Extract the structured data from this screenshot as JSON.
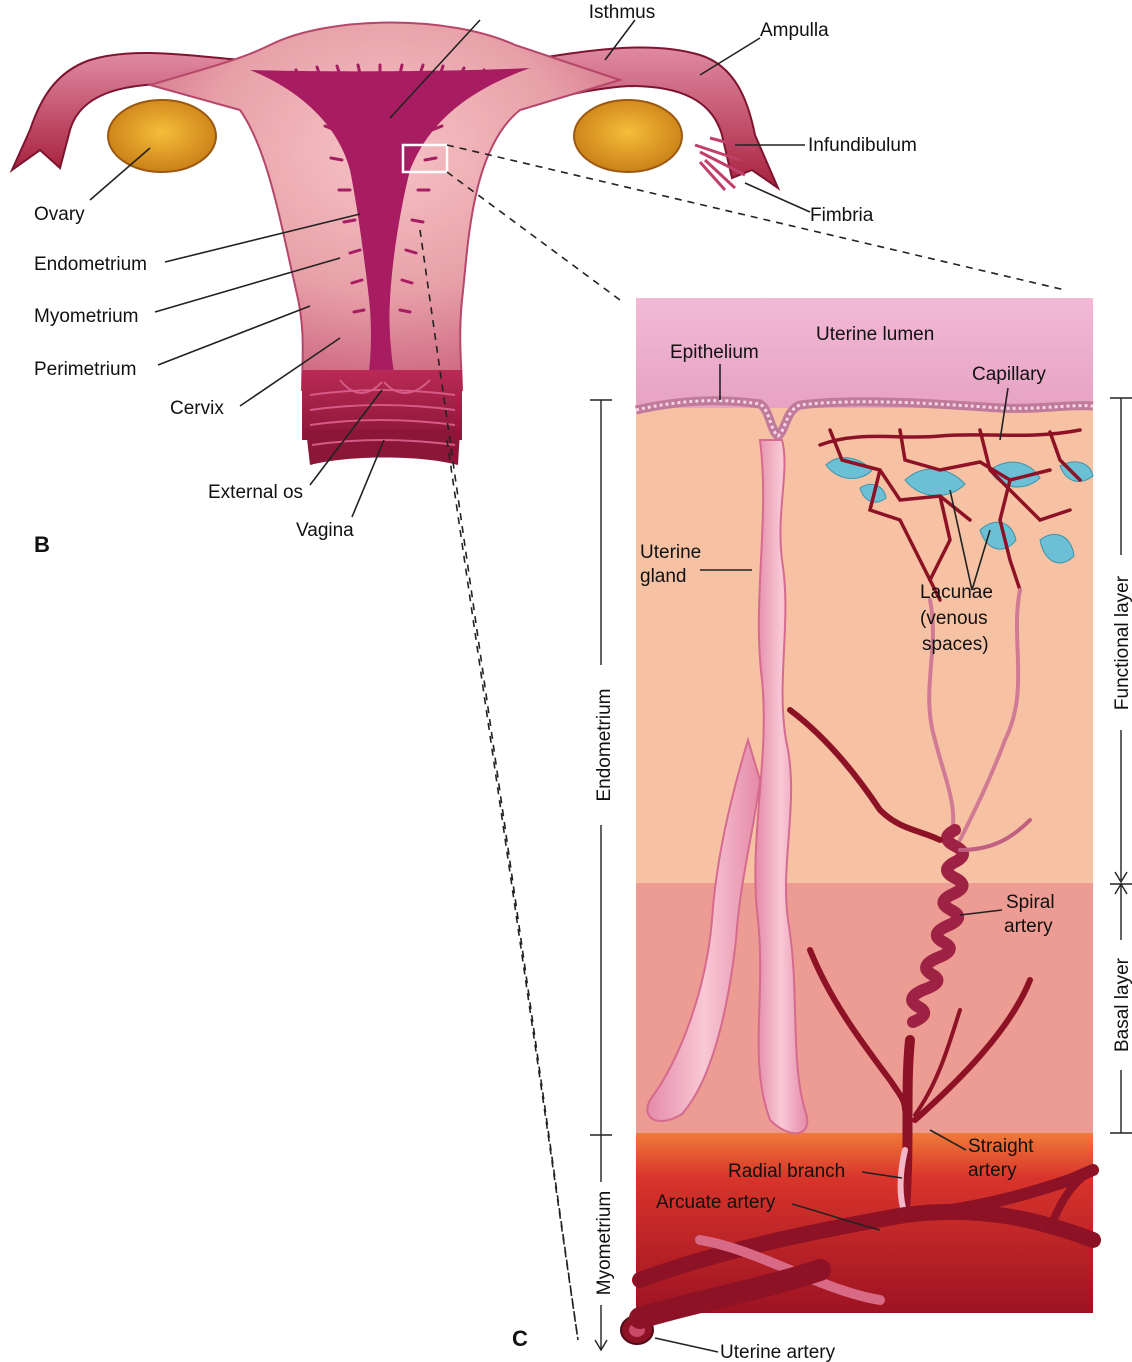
{
  "panel_b": {
    "letter": "B",
    "labels": {
      "isthmus": "Isthmus",
      "ampulla": "Ampulla",
      "infundibulum": "Infundibulum",
      "fimbria": "Fimbria",
      "ovary": "Ovary",
      "endometrium": "Endometrium",
      "myometrium": "Myometrium",
      "perimetrium": "Perimetrium",
      "cervix": "Cervix",
      "external_os": "External os",
      "vagina": "Vagina"
    }
  },
  "panel_c": {
    "letter": "C",
    "labels": {
      "uterine_lumen": "Uterine lumen",
      "epithelium": "Epithelium",
      "capillary": "Capillary",
      "uterine_gland_1": "Uterine",
      "uterine_gland_2": "gland",
      "lacunae_1": "Lacunae",
      "lacunae_2": "(venous",
      "lacunae_3": "spaces)",
      "spiral_artery_1": "Spiral",
      "spiral_artery_2": "artery",
      "straight_artery_1": "Straight",
      "straight_artery_2": "artery",
      "radial_branch": "Radial branch",
      "arcuate_artery": "Arcuate artery",
      "uterine_artery": "Uterine artery"
    },
    "layers": {
      "endometrium": "Endometrium",
      "myometrium": "Myometrium",
      "functional_layer": "Functional layer",
      "basal_layer": "Basal layer"
    }
  },
  "colors": {
    "uterus_outer": "#e9a2a8",
    "uterus_inner": "#c0306a",
    "cavity": "#a81c62",
    "ovary": "#e8a21e",
    "tube": "#9c1d3a",
    "functional_layer": "#f7c2a4",
    "basal_layer": "#ec9c92",
    "myometrium": "#b61a25",
    "artery": "#8e1226",
    "lacunae": "#6cc0d6",
    "gland": "#efa9bf"
  }
}
